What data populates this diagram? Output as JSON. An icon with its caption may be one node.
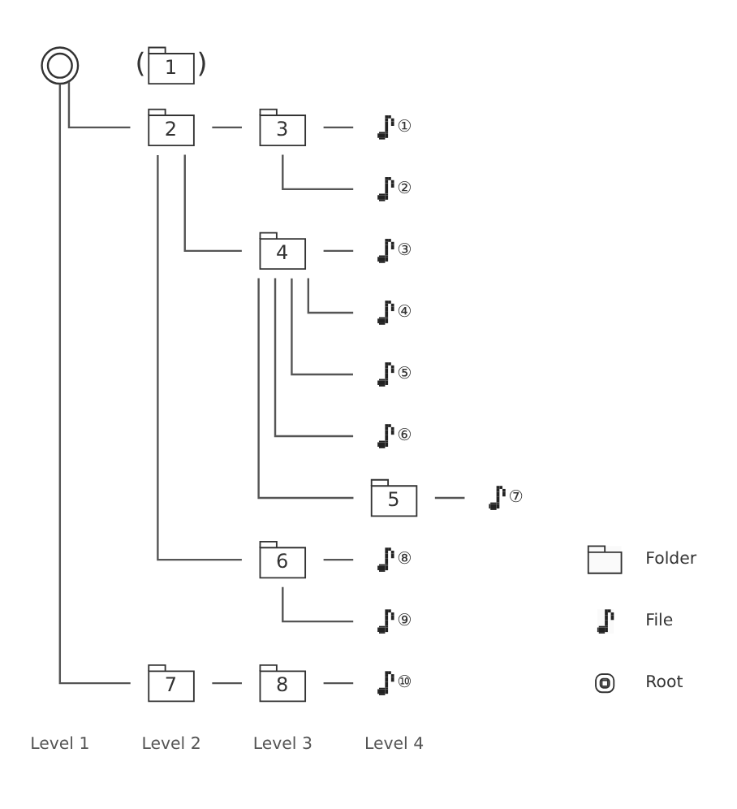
{
  "diagram": {
    "nodes": [
      {
        "text": [],
        "shape": "circle"
      },
      {
        "text": [
          "1"
        ],
        "beside": [
          "(",
          ")"
        ]
      },
      {
        "text": [
          "2"
        ]
      },
      {
        "text": [
          "3"
        ]
      },
      {
        "text": [
          "①"
        ]
      },
      {
        "text": [
          "②"
        ]
      },
      {
        "text": [
          "4"
        ]
      },
      {
        "text": [
          "③"
        ]
      },
      {
        "text": [
          "④"
        ]
      },
      {
        "text": [
          "⑤"
        ]
      },
      {
        "text": [
          "⑥"
        ]
      },
      {
        "text": [
          "5"
        ]
      },
      {
        "text": [
          "⑦"
        ]
      },
      {
        "text": [
          "6"
        ]
      },
      {
        "text": [
          "⑧"
        ]
      },
      {
        "text": [
          "⑨"
        ]
      },
      {
        "text": [
          "7"
        ]
      },
      {
        "text": [
          "8"
        ]
      },
      {
        "text": [
          "⑩"
        ]
      }
    ],
    "edges": [
      {
        "from": 0,
        "to": 2,
        "arrow": "none"
      },
      {
        "from": 2,
        "to": 3,
        "arrow": "none"
      },
      {
        "from": 3,
        "to": 4,
        "arrow": "none"
      },
      {
        "from": 3,
        "to": 5,
        "arrow": "none"
      },
      {
        "from": 2,
        "to": 6,
        "arrow": "none"
      },
      {
        "from": 6,
        "to": 7,
        "arrow": "none"
      },
      {
        "from": 6,
        "to": 8,
        "arrow": "none"
      },
      {
        "from": 6,
        "to": 9,
        "arrow": "none"
      },
      {
        "from": 6,
        "to": 10,
        "arrow": "none"
      },
      {
        "from": 6,
        "to": 11,
        "arrow": "none"
      },
      {
        "from": 11,
        "to": 12,
        "arrow": "none"
      },
      {
        "from": 2,
        "to": 13,
        "arrow": "none"
      },
      {
        "from": 13,
        "to": 14,
        "arrow": "none"
      },
      {
        "from": 13,
        "to": 15,
        "arrow": "none"
      },
      {
        "from": 0,
        "to": 16,
        "arrow": "none"
      },
      {
        "from": 16,
        "to": 17,
        "arrow": "none"
      },
      {
        "from": 17,
        "to": 18,
        "arrow": "none"
      }
    ],
    "labels": [
      "Level 1",
      "Level 2",
      "Level 3",
      "Level 4"
    ],
    "legend": [
      {
        "text": "Folder"
      },
      {
        "text": "File"
      },
      {
        "text": "Root"
      }
    ]
  }
}
